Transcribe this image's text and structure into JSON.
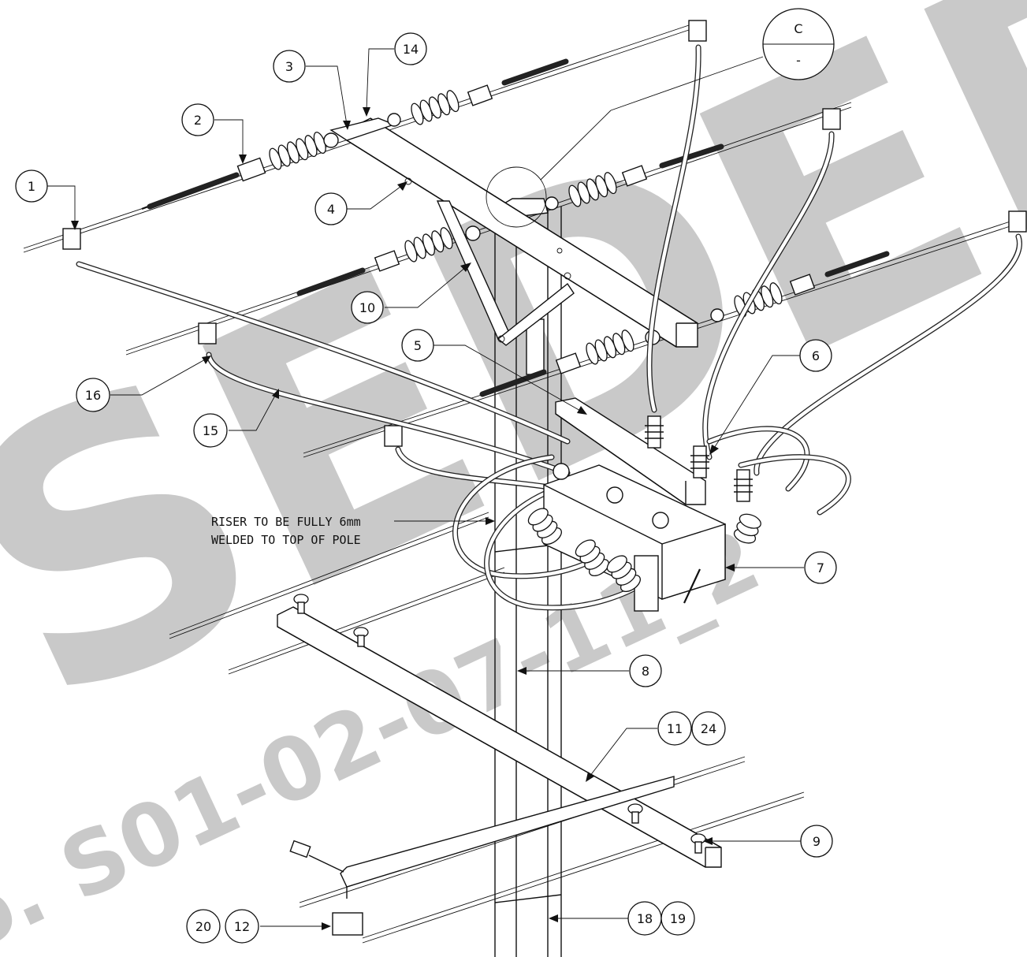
{
  "watermark": {
    "main_text": "SEDED",
    "drawing_no_text": "o. S01-02-07-11_2",
    "color": "#c9c9c9"
  },
  "detail_ref": {
    "top": "C",
    "bottom": "-"
  },
  "note": {
    "line1": "RISER TO BE FULLY 6mm",
    "line2": "WELDED TO TOP OF POLE"
  },
  "callouts": [
    "1",
    "2",
    "3",
    "14",
    "4",
    "10",
    "5",
    "6",
    "16",
    "15",
    "7",
    "8",
    "11",
    "24",
    "9",
    "18",
    "19",
    "20",
    "12"
  ]
}
